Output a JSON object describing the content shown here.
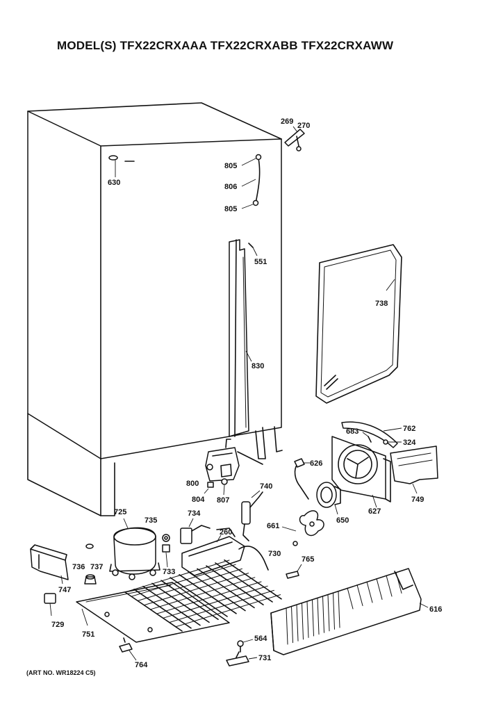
{
  "header": {
    "title": "MODEL(S) TFX22CRXAAA  TFX22CRXABB  TFX22CRXAWW"
  },
  "footer": {
    "art_no": "(ART NO. WR18224 C5)"
  },
  "callouts": {
    "p269": "269",
    "p270": "270",
    "p805a": "805",
    "p806": "806",
    "p805b": "805",
    "p630": "630",
    "p551": "551",
    "p738": "738",
    "p830": "830",
    "p762": "762",
    "p683": "683",
    "p324": "324",
    "p626": "626",
    "p800": "800",
    "p740": "740",
    "p749": "749",
    "p627": "627",
    "p804": "804",
    "p807": "807",
    "p650": "650",
    "p725": "725",
    "p735": "735",
    "p734": "734",
    "p260": "260",
    "p661": "661",
    "p736": "736",
    "p737": "737",
    "p733": "733",
    "p730": "730",
    "p765": "765",
    "p747": "747",
    "p616": "616",
    "p729": "729",
    "p751": "751",
    "p564": "564",
    "p731": "731",
    "p764": "764"
  }
}
